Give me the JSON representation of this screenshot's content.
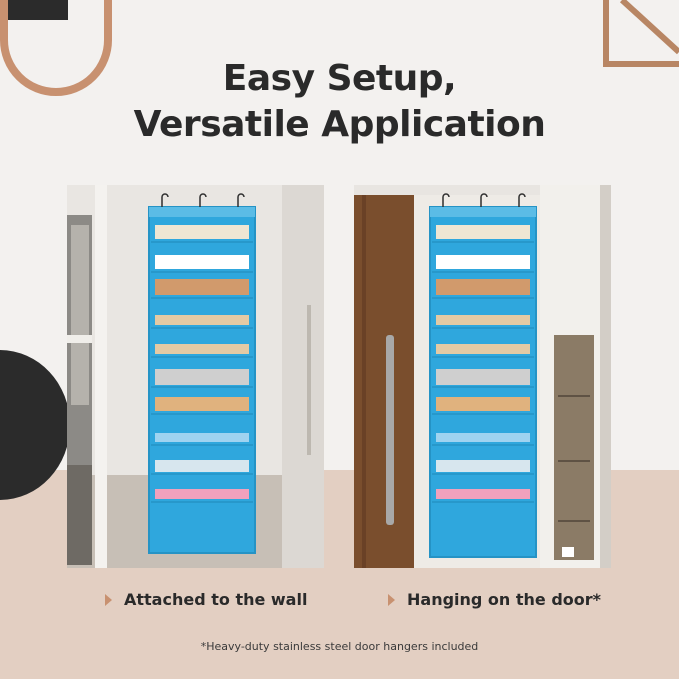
{
  "headline": {
    "line1": "Easy Setup,",
    "line2": "Versatile Application"
  },
  "panels": [
    {
      "caption": "Attached to the wall"
    },
    {
      "caption": "Hanging on the door*"
    }
  ],
  "footnote": "*Heavy-duty stainless steel door hangers included",
  "colors": {
    "background": "#f3f1ef",
    "floor_band": "#e3cfc2",
    "accent": "#c89170",
    "organizer_blue": "#2fa7dd",
    "text": "#2a2a2a"
  }
}
